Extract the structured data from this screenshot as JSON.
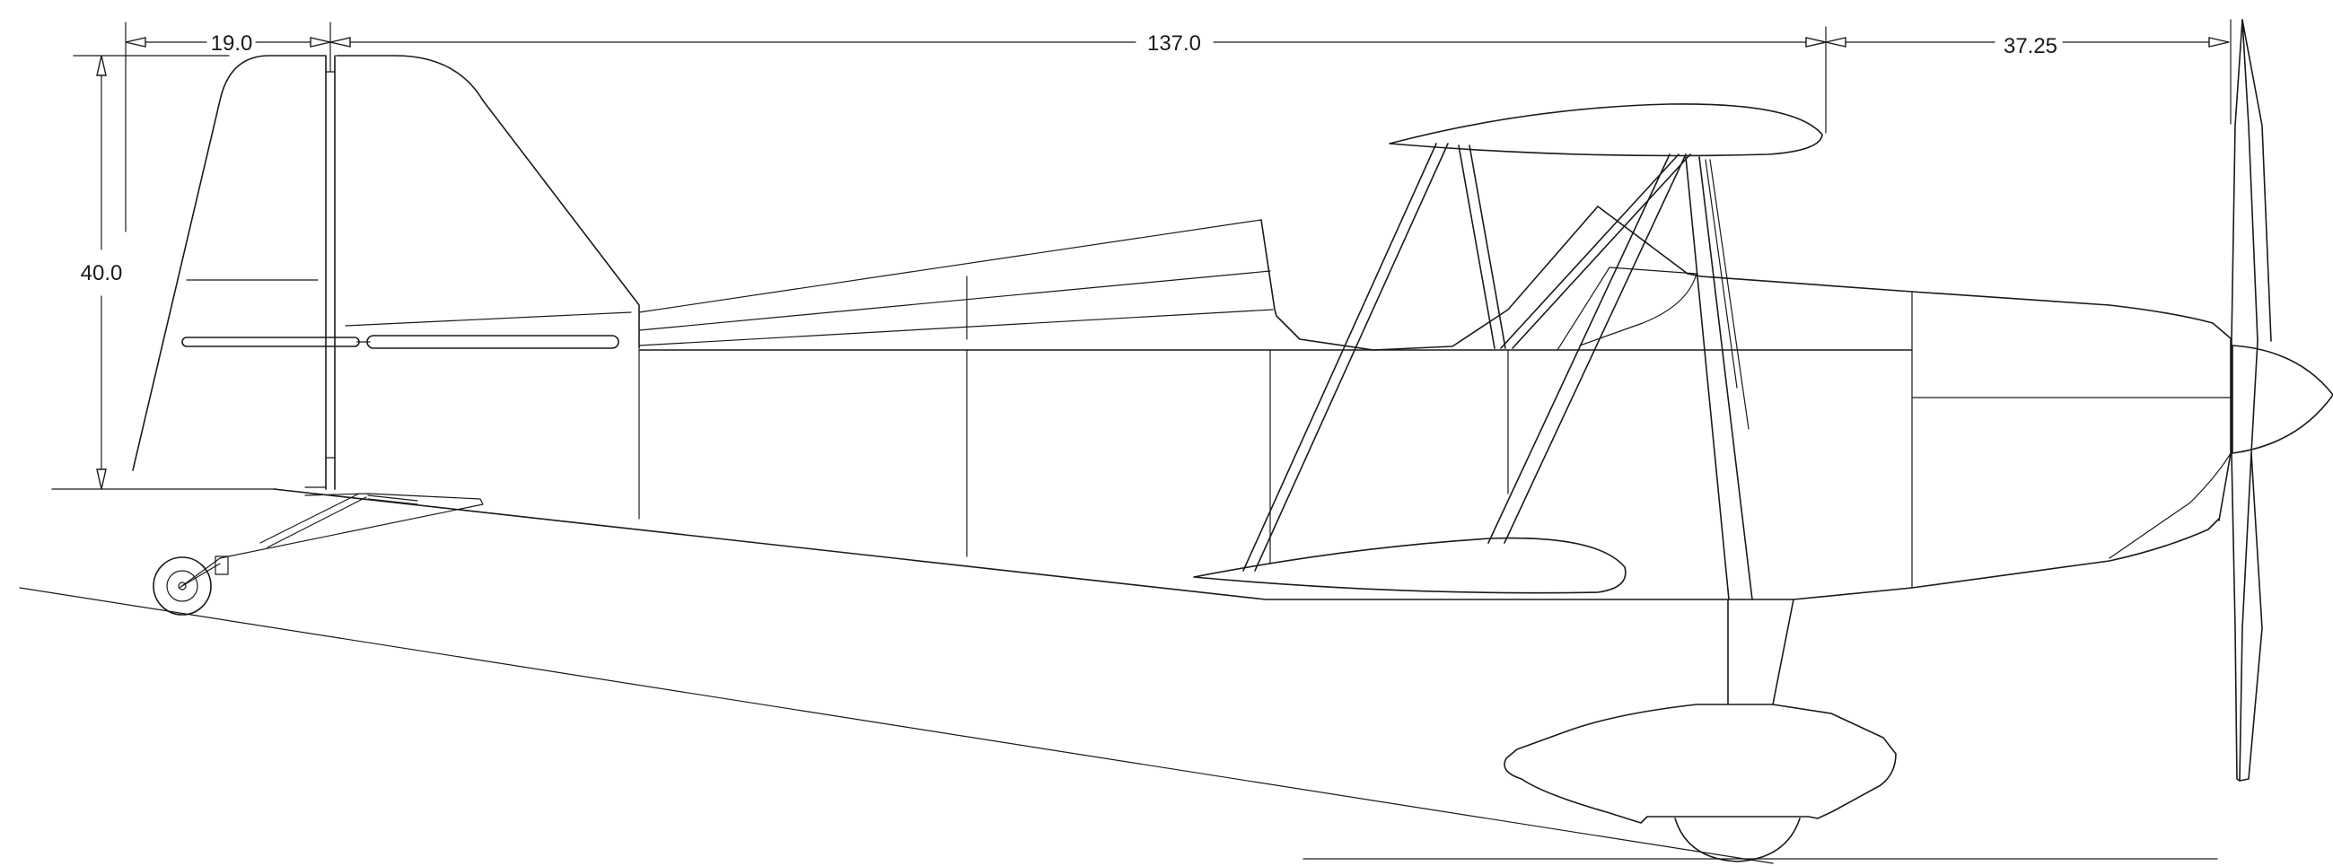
{
  "dimensions": {
    "tail_chord": "19.0",
    "overall_length": "137.0",
    "nose_length": "37.25",
    "tail_height": "40.0"
  },
  "line_color": "#1a1a1a",
  "background": "#ffffff"
}
